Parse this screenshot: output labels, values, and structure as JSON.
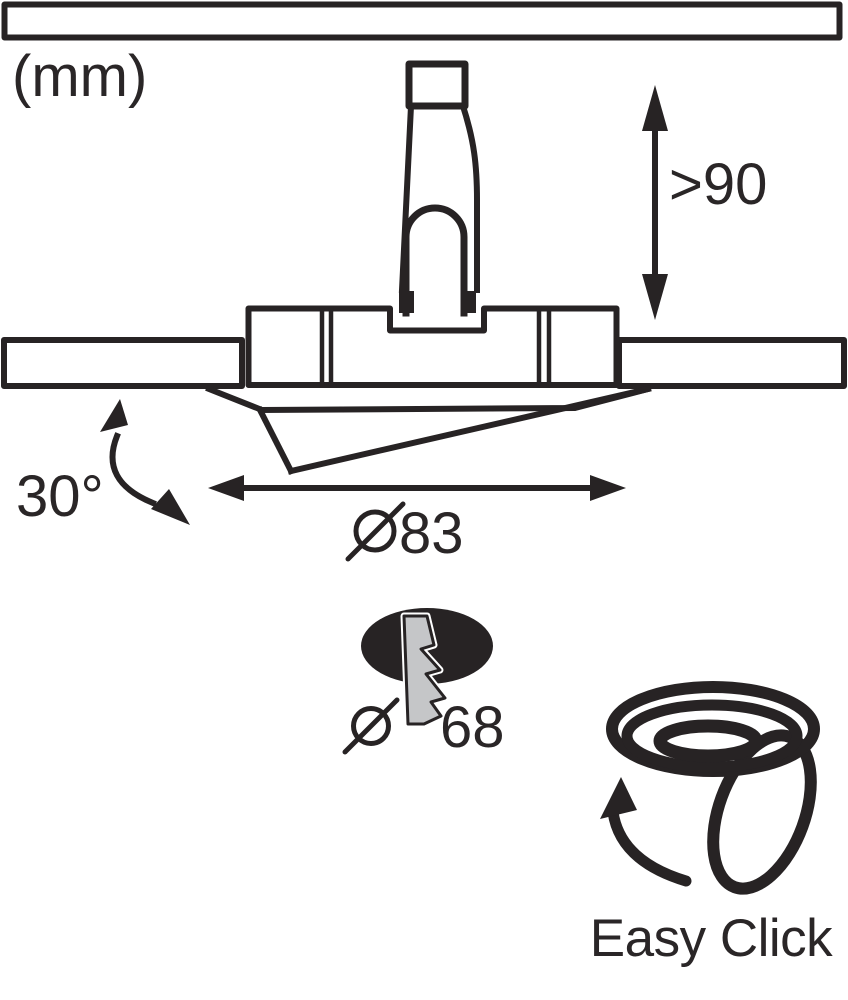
{
  "diagram": {
    "unit_label": "(mm)",
    "min_recess_depth": ">90",
    "tilt_angle": "30°",
    "flange_diameter": {
      "symbol": "ø",
      "value": "83"
    },
    "cutout_diameter": {
      "symbol": "ø",
      "value": "68"
    },
    "easy_click_label": "Easy Click"
  },
  "colors": {
    "ink": "#272324",
    "ceiling_dark": "#606164",
    "panel_light": "#c6c8c7",
    "bolt_gray": "#c5c6c8",
    "background": "#ffffff"
  }
}
